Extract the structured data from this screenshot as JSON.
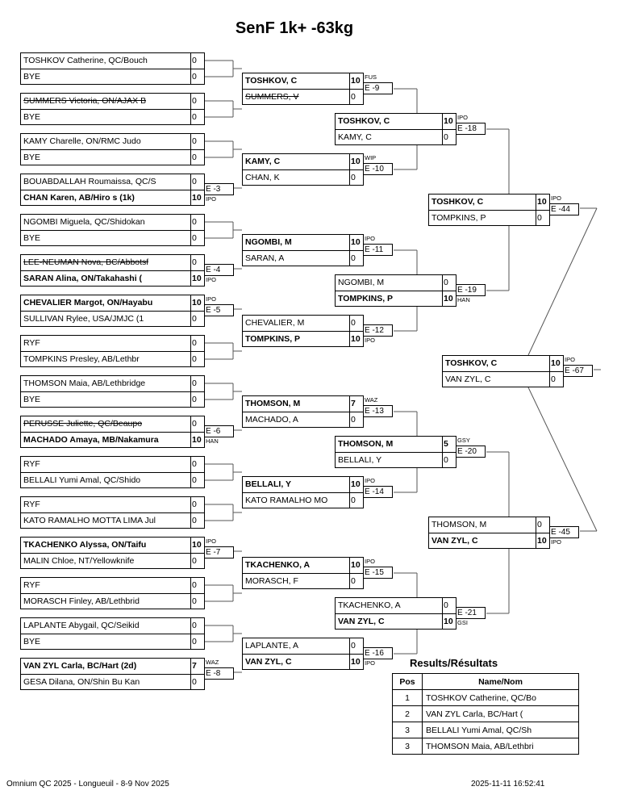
{
  "title": "SenF 1k+ -63kg",
  "footer": {
    "left": "Omnium QC 2025 - Longueuil - 8-9 Nov 2025",
    "right": "2025-11-11 16:52:41"
  },
  "rounds": [
    [
      {
        "p": [
          [
            "TOSHKOV Catherine, QC/Bouch",
            "0",
            0,
            0
          ],
          [
            "BYE",
            "0",
            0,
            0
          ]
        ]
      },
      {
        "p": [
          [
            "SUMMERS Victoria, ON/AJAX B",
            "0",
            0,
            1
          ],
          [
            "BYE",
            "0",
            0,
            0
          ]
        ]
      },
      {
        "p": [
          [
            "KAMY Charelle, ON/RMC Judo",
            "0",
            0,
            0
          ],
          [
            "BYE",
            "0",
            0,
            0
          ]
        ]
      },
      {
        "p": [
          [
            "BOUABDALLAH Roumaissa, QC/S",
            "0",
            0,
            0
          ],
          [
            "CHAN Karen, AB/Hiro s (1k)",
            "10",
            1,
            0
          ]
        ],
        "e": "E -3",
        "w": "IPO",
        "wpos": "below"
      },
      {
        "p": [
          [
            "NGOMBI Miguela, QC/Shidokan",
            "0",
            0,
            0
          ],
          [
            "BYE",
            "0",
            0,
            0
          ]
        ]
      },
      {
        "p": [
          [
            "LEE-NEUMAN Nova, BC/Abbotsf",
            "0",
            0,
            1
          ],
          [
            "SARAN Alina, ON/Takahashi (",
            "10",
            1,
            0
          ]
        ],
        "e": "E -4",
        "w": "IPO",
        "wpos": "below"
      },
      {
        "p": [
          [
            "CHEVALIER Margot, ON/Hayabu",
            "10",
            1,
            0
          ],
          [
            "SULLIVAN Rylee, USA/JMJC (1",
            "0",
            0,
            0
          ]
        ],
        "e": "E -5",
        "w": "IPO",
        "wpos": "above"
      },
      {
        "p": [
          [
            "RYF",
            "0",
            0,
            0
          ],
          [
            "TOMPKINS Presley, AB/Lethbr",
            "0",
            0,
            0
          ]
        ]
      },
      {
        "p": [
          [
            "THOMSON Maia, AB/Lethbridge",
            "0",
            0,
            0
          ],
          [
            "BYE",
            "0",
            0,
            0
          ]
        ]
      },
      {
        "p": [
          [
            "PERUSSE Juliette, QC/Beaupo",
            "0",
            0,
            1
          ],
          [
            "MACHADO Amaya, MB/Nakamura",
            "10",
            1,
            0
          ]
        ],
        "e": "E -6",
        "w": "HAN",
        "wpos": "below"
      },
      {
        "p": [
          [
            "RYF",
            "0",
            0,
            0
          ],
          [
            "BELLALI Yumi Amal, QC/Shido",
            "0",
            0,
            0
          ]
        ]
      },
      {
        "p": [
          [
            "RYF",
            "0",
            0,
            0
          ],
          [
            "KATO RAMALHO MOTTA LIMA Jul",
            "0",
            0,
            0
          ]
        ]
      },
      {
        "p": [
          [
            "TKACHENKO Alyssa, ON/Taifu",
            "10",
            1,
            0
          ],
          [
            "MALIN Chloe, NT/Yellowknife",
            "0",
            0,
            0
          ]
        ],
        "e": "E -7",
        "w": "IPO",
        "wpos": "above"
      },
      {
        "p": [
          [
            "RYF",
            "0",
            0,
            0
          ],
          [
            "MORASCH Finley, AB/Lethbrid",
            "0",
            0,
            0
          ]
        ]
      },
      {
        "p": [
          [
            "LAPLANTE Abygail, QC/Seikid",
            "0",
            0,
            0
          ],
          [
            "BYE",
            "0",
            0,
            0
          ]
        ]
      },
      {
        "p": [
          [
            "VAN ZYL Carla, BC/Hart (2d)",
            "7",
            1,
            0
          ],
          [
            "GESA Dilana, ON/Shin Bu Kan",
            "0",
            0,
            0
          ]
        ],
        "e": "E -8",
        "w": "WAZ",
        "wpos": "above"
      }
    ],
    [
      {
        "p": [
          [
            "TOSHKOV, C",
            "10",
            1,
            0
          ],
          [
            "SUMMERS, V",
            "0",
            0,
            1
          ]
        ],
        "e": "E -9",
        "w": "FUS",
        "wpos": "above"
      },
      {
        "p": [
          [
            "KAMY, C",
            "10",
            1,
            0
          ],
          [
            "CHAN, K",
            "0",
            0,
            0
          ]
        ],
        "e": "E -10",
        "w": "WIP",
        "wpos": "above"
      },
      {
        "p": [
          [
            "NGOMBI, M",
            "10",
            1,
            0
          ],
          [
            "SARAN, A",
            "0",
            0,
            0
          ]
        ],
        "e": "E -11",
        "w": "IPO",
        "wpos": "above"
      },
      {
        "p": [
          [
            "CHEVALIER, M",
            "0",
            0,
            0
          ],
          [
            "TOMPKINS, P",
            "10",
            1,
            0
          ]
        ],
        "e": "E -12",
        "w": "IPO",
        "wpos": "below"
      },
      {
        "p": [
          [
            "THOMSON, M",
            "7",
            1,
            0
          ],
          [
            "MACHADO, A",
            "0",
            0,
            0
          ]
        ],
        "e": "E -13",
        "w": "WAZ",
        "wpos": "above"
      },
      {
        "p": [
          [
            "BELLALI, Y",
            "10",
            1,
            0
          ],
          [
            "KATO RAMALHO MO",
            "0",
            0,
            0
          ]
        ],
        "e": "E -14",
        "w": "IPO",
        "wpos": "above"
      },
      {
        "p": [
          [
            "TKACHENKO, A",
            "10",
            1,
            0
          ],
          [
            "MORASCH, F",
            "0",
            0,
            0
          ]
        ],
        "e": "E -15",
        "w": "IPO",
        "wpos": "above"
      },
      {
        "p": [
          [
            "LAPLANTE, A",
            "0",
            0,
            0
          ],
          [
            "VAN ZYL, C",
            "10",
            1,
            0
          ]
        ],
        "e": "E -16",
        "w": "IPO",
        "wpos": "below"
      }
    ],
    [
      {
        "p": [
          [
            "TOSHKOV, C",
            "10",
            1,
            0
          ],
          [
            "KAMY, C",
            "0",
            0,
            0
          ]
        ],
        "e": "E -18",
        "w": "IPO",
        "wpos": "above"
      },
      {
        "p": [
          [
            "NGOMBI, M",
            "0",
            0,
            0
          ],
          [
            "TOMPKINS, P",
            "10",
            1,
            0
          ]
        ],
        "e": "E -19",
        "w": "HAN",
        "wpos": "below"
      },
      {
        "p": [
          [
            "THOMSON, M",
            "5",
            1,
            0
          ],
          [
            "BELLALI, Y",
            "0",
            0,
            0
          ]
        ],
        "e": "E -20",
        "w": "GSY",
        "wpos": "above"
      },
      {
        "p": [
          [
            "TKACHENKO, A",
            "0",
            0,
            0
          ],
          [
            "VAN ZYL, C",
            "10",
            1,
            0
          ]
        ],
        "e": "E -21",
        "w": "GSI",
        "wpos": "below"
      }
    ],
    [
      {
        "p": [
          [
            "TOSHKOV, C",
            "10",
            1,
            0
          ],
          [
            "TOMPKINS, P",
            "0",
            0,
            0
          ]
        ],
        "e": "E -44",
        "w": "IPO",
        "wpos": "above"
      },
      {
        "p": [
          [
            "THOMSON, M",
            "0",
            0,
            0
          ],
          [
            "VAN ZYL, C",
            "10",
            1,
            0
          ]
        ],
        "e": "E -45",
        "w": "IPO",
        "wpos": "below"
      }
    ],
    [
      {
        "p": [
          [
            "TOSHKOV, C",
            "10",
            1,
            0
          ],
          [
            "VAN ZYL, C",
            "0",
            0,
            0
          ]
        ],
        "e": "E -67",
        "w": "IPO",
        "wpos": "above"
      }
    ]
  ],
  "results": {
    "title": "Results/Résultats",
    "headers": [
      "Pos",
      "Name/Nom"
    ],
    "rows": [
      [
        "1",
        "TOSHKOV Catherine, QC/Bo"
      ],
      [
        "2",
        "VAN ZYL Carla, BC/Hart ("
      ],
      [
        "3",
        "BELLALI Yumi Amal, QC/Sh"
      ],
      [
        "3",
        "THOMSON Maia, AB/Lethbri"
      ]
    ]
  }
}
